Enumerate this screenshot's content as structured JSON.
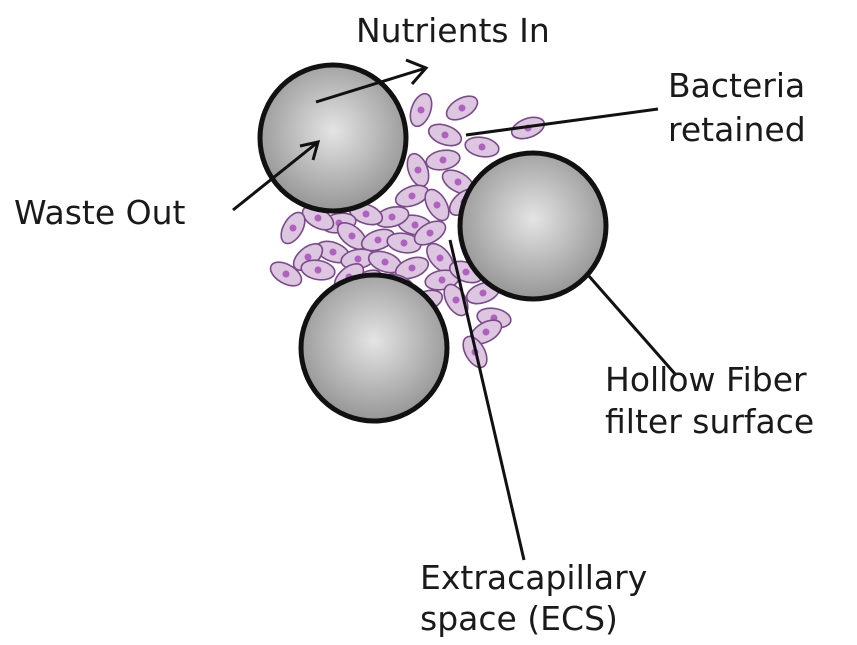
{
  "labels": {
    "nutrients_in": "Nutrients In",
    "waste_out": "Waste Out",
    "bacteria_line1": "Bacteria",
    "bacteria_line2": "retained",
    "fiber_line1": "Hollow Fiber",
    "fiber_line2": "filter surface",
    "ecs_line1": "Extracapillary",
    "ecs_line2": "space (ECS)"
  },
  "colors": {
    "fiber_fill_center": "#e4e4e4",
    "fiber_fill_edge": "#8f8f8f",
    "fiber_outline": "#111111",
    "cell_fill": "#dcc6e0",
    "cell_outline": "#7a4a8a",
    "cell_nucleus": "#b060c0",
    "line": "#111111"
  }
}
